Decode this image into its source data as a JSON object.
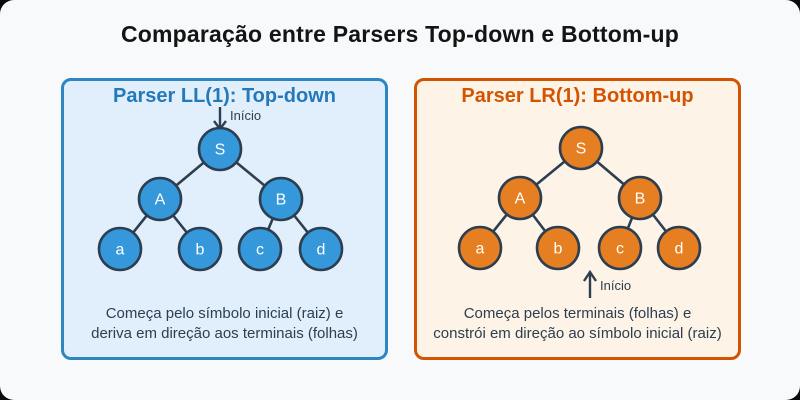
{
  "title": "Comparação entre Parsers Top-down e Bottom-up",
  "colors": {
    "page_bg": "#f8f9fa",
    "blue_node": "#3498db",
    "blue_panel_bg": "#e1effc",
    "blue_panel_border": "#2e86c1",
    "blue_header_text": "#2479b8",
    "orange_node": "#e67e22",
    "orange_panel_bg": "#fdf3e6",
    "orange_panel_border": "#d35400",
    "orange_header_text": "#d35400",
    "node_stroke": "#2c3e50",
    "dark_text": "#2c3e50"
  },
  "tree_nodes": [
    "S",
    "A",
    "B",
    "a",
    "b",
    "c",
    "d"
  ],
  "left_panel": {
    "title": "Parser LL(1): Top-down",
    "arrow_label": "Início",
    "caption_line1": "Começa pelo símbolo inicial (raiz) e",
    "caption_line2": "deriva em direção aos terminais (folhas)"
  },
  "right_panel": {
    "title": "Parser LR(1): Bottom-up",
    "arrow_label": "Início",
    "caption_line1": "Começa pelos terminais (folhas) e",
    "caption_line2": "constrói em direção ao símbolo inicial (raiz)"
  }
}
